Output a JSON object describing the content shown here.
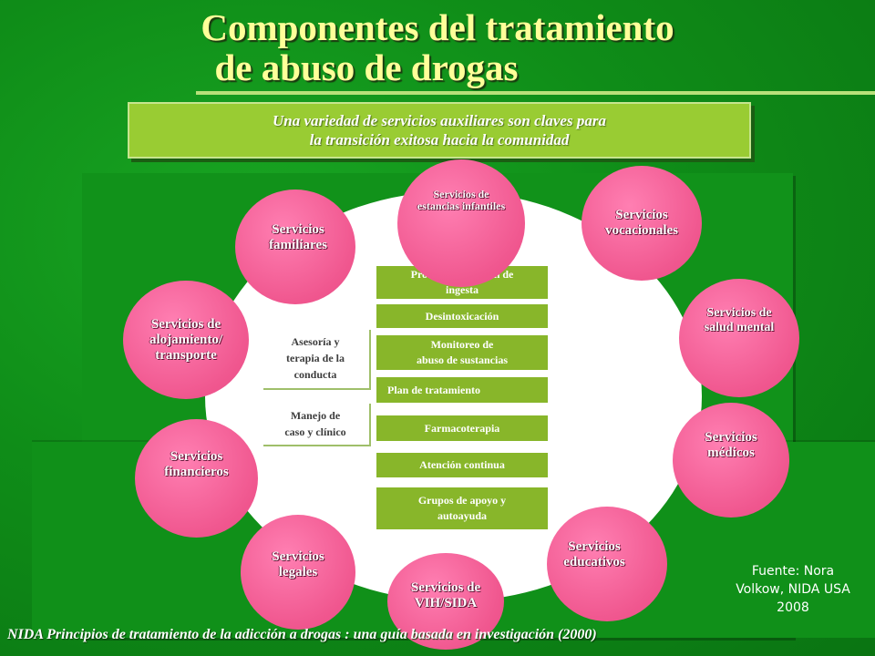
{
  "title": {
    "line1": "Componentes del tratamiento",
    "line2": "de abuso de drogas"
  },
  "subtitle": {
    "line1": "Una variedad de servicios auxiliares son claves para",
    "line2": "la transición exitosa hacia la comunidad"
  },
  "core_services": [
    {
      "line1": "Proceso/evaluación de",
      "line2": "ingesta"
    },
    {
      "line1": "Desintoxicación"
    },
    {
      "line1": "Monitoreo de",
      "line2": "abuso de sustancias"
    },
    {
      "line1": "Plan de tratamiento"
    },
    {
      "line1": "Farmacoterapia"
    },
    {
      "line1": "Atención continua"
    },
    {
      "line1": "Grupos de apoyo y",
      "line2": "autoayuda"
    }
  ],
  "side_services": [
    {
      "line1": "Asesoría y",
      "line2": "terapia de la",
      "line3": "conducta"
    },
    {
      "line1": "Manejo de",
      "line2": "caso y clínico"
    }
  ],
  "auxiliary_services": [
    {
      "line1": "Servicios de",
      "line2": "estancias infantiles"
    },
    {
      "line1": "Servicios",
      "line2": "vocacionales"
    },
    {
      "line1": "Servicios de",
      "line2": "salud mental"
    },
    {
      "line1": "Servicios",
      "line2": "médicos"
    },
    {
      "line1": "Servicios",
      "line2": "educativos"
    },
    {
      "line1": "Servicios de",
      "line2": "VIH/SIDA"
    },
    {
      "line1": "Servicios",
      "line2": "legales"
    },
    {
      "line1": "Servicios",
      "line2": "financieros"
    },
    {
      "line1": "Servicios de",
      "line2": "alojamiento/",
      "line3": "transporte"
    },
    {
      "line1": "Servicios",
      "line2": "familiares"
    }
  ],
  "source": {
    "line1": "Fuente: Nora",
    "line2": "Volkow, NIDA USA",
    "line3": "2008"
  },
  "footer": "NIDA Principios de tratamiento de la adicción a  drogas : una guía basada en investigación (2000)",
  "colors": {
    "background": "#0f8a17",
    "title": "#ffff99",
    "subtitle_box": "#99cc33",
    "pink_circle": "#f0578f",
    "green_box": "#88b62a"
  }
}
